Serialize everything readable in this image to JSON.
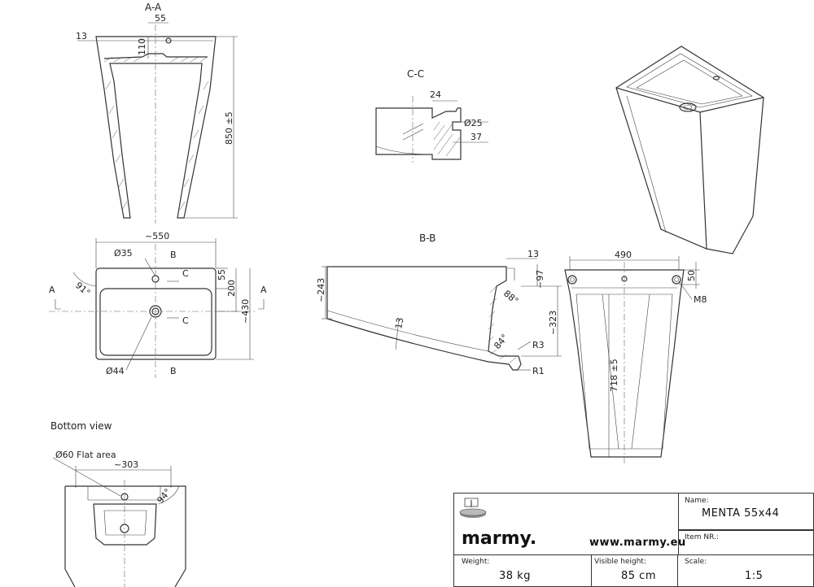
{
  "views": {
    "aa": "A-A",
    "cc": "C-C",
    "bb": "B-B",
    "bottom": "Bottom view"
  },
  "dims": {
    "aa_55": "55",
    "aa_13": "13",
    "aa_110": "110",
    "aa_850": "850 ±5",
    "top_550": "~550",
    "top_d35": "Ø35",
    "top_b1": "B",
    "top_c1": "C",
    "top_55": "55",
    "top_200": "200",
    "top_430": "~430",
    "top_a1": "A",
    "top_a2": "A",
    "top_91": "91°",
    "top_c2": "C",
    "top_d44": "Ø44",
    "top_b2": "B",
    "cc_24": "24",
    "cc_d25": "Ø25",
    "cc_37": "37",
    "bb_243": "~243",
    "bb_13a": "13",
    "bb_13b": "13",
    "bb_97": "~97",
    "bb_88": "88°",
    "bb_323": "~323",
    "bb_84": "84°",
    "bb_r3": "R3",
    "bb_r1": "R1",
    "fv_490": "490",
    "fv_50": "50",
    "fv_m8": "M8",
    "fv_718": "718 ±5",
    "bv_flat": "Ø60 Flat area",
    "bv_303": "~303",
    "bv_94": "94°"
  },
  "title_block": {
    "brand": "marmy.",
    "website": "www.marmy.eu",
    "name_label": "Name:",
    "name_value": "MENTA 55x44",
    "item_label": "Item NR.:",
    "weight_label": "Weight:",
    "weight_value": "38 kg",
    "height_label": "Visible height:",
    "height_value": "85 cm",
    "scale_label": "Scale:",
    "scale_value": "1:5"
  }
}
